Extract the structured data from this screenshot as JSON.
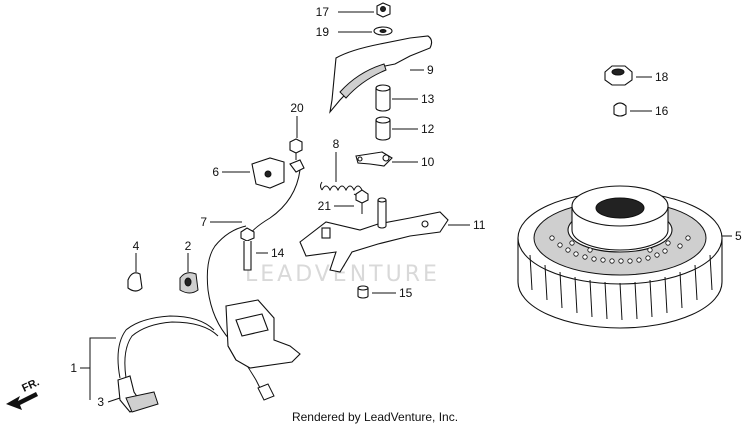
{
  "watermark": "LEADVENTURE",
  "direction_label": "FR.",
  "credit": "Rendered by LeadVenture, Inc.",
  "callouts": {
    "c1": "1",
    "c2": "2",
    "c3": "3",
    "c4": "4",
    "c5": "5",
    "c6": "6",
    "c7": "7",
    "c8": "8",
    "c9": "9",
    "c10": "10",
    "c11": "11",
    "c12": "12",
    "c13": "13",
    "c14": "14",
    "c15": "15",
    "c16": "16",
    "c17": "17",
    "c18": "18",
    "c19": "19",
    "c20": "20",
    "c21": "21"
  }
}
